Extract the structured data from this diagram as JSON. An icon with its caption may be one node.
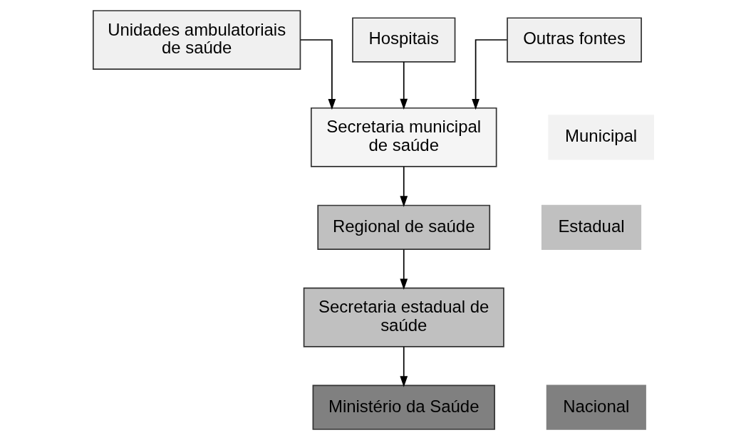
{
  "diagram": {
    "nodes": [
      {
        "text": [
          "Unidades ambulatoriais de saúde"
        ]
      },
      {
        "text": [
          "Hospitais"
        ]
      },
      {
        "text": [
          "Outras fontes"
        ]
      },
      {
        "text": [
          "Secretaria municipal de saúde"
        ]
      },
      {
        "text": [
          "Regional de saúde"
        ]
      },
      {
        "text": [
          "Secretaria estadual de saúde"
        ]
      },
      {
        "text": [
          "Ministério da Saúde"
        ]
      },
      {
        "text": [
          "Municipal"
        ]
      },
      {
        "text": [
          "Estadual"
        ]
      },
      {
        "text": [
          "Nacional"
        ]
      }
    ],
    "edges": [
      {
        "from": 0,
        "to": 3,
        "arrow": "to"
      },
      {
        "from": 1,
        "to": 3,
        "arrow": "to"
      },
      {
        "from": 2,
        "to": 3,
        "arrow": "to"
      },
      {
        "from": 3,
        "to": 4,
        "arrow": "to"
      },
      {
        "from": 4,
        "to": 5,
        "arrow": "to"
      },
      {
        "from": 5,
        "to": 6,
        "arrow": "to"
      }
    ]
  }
}
